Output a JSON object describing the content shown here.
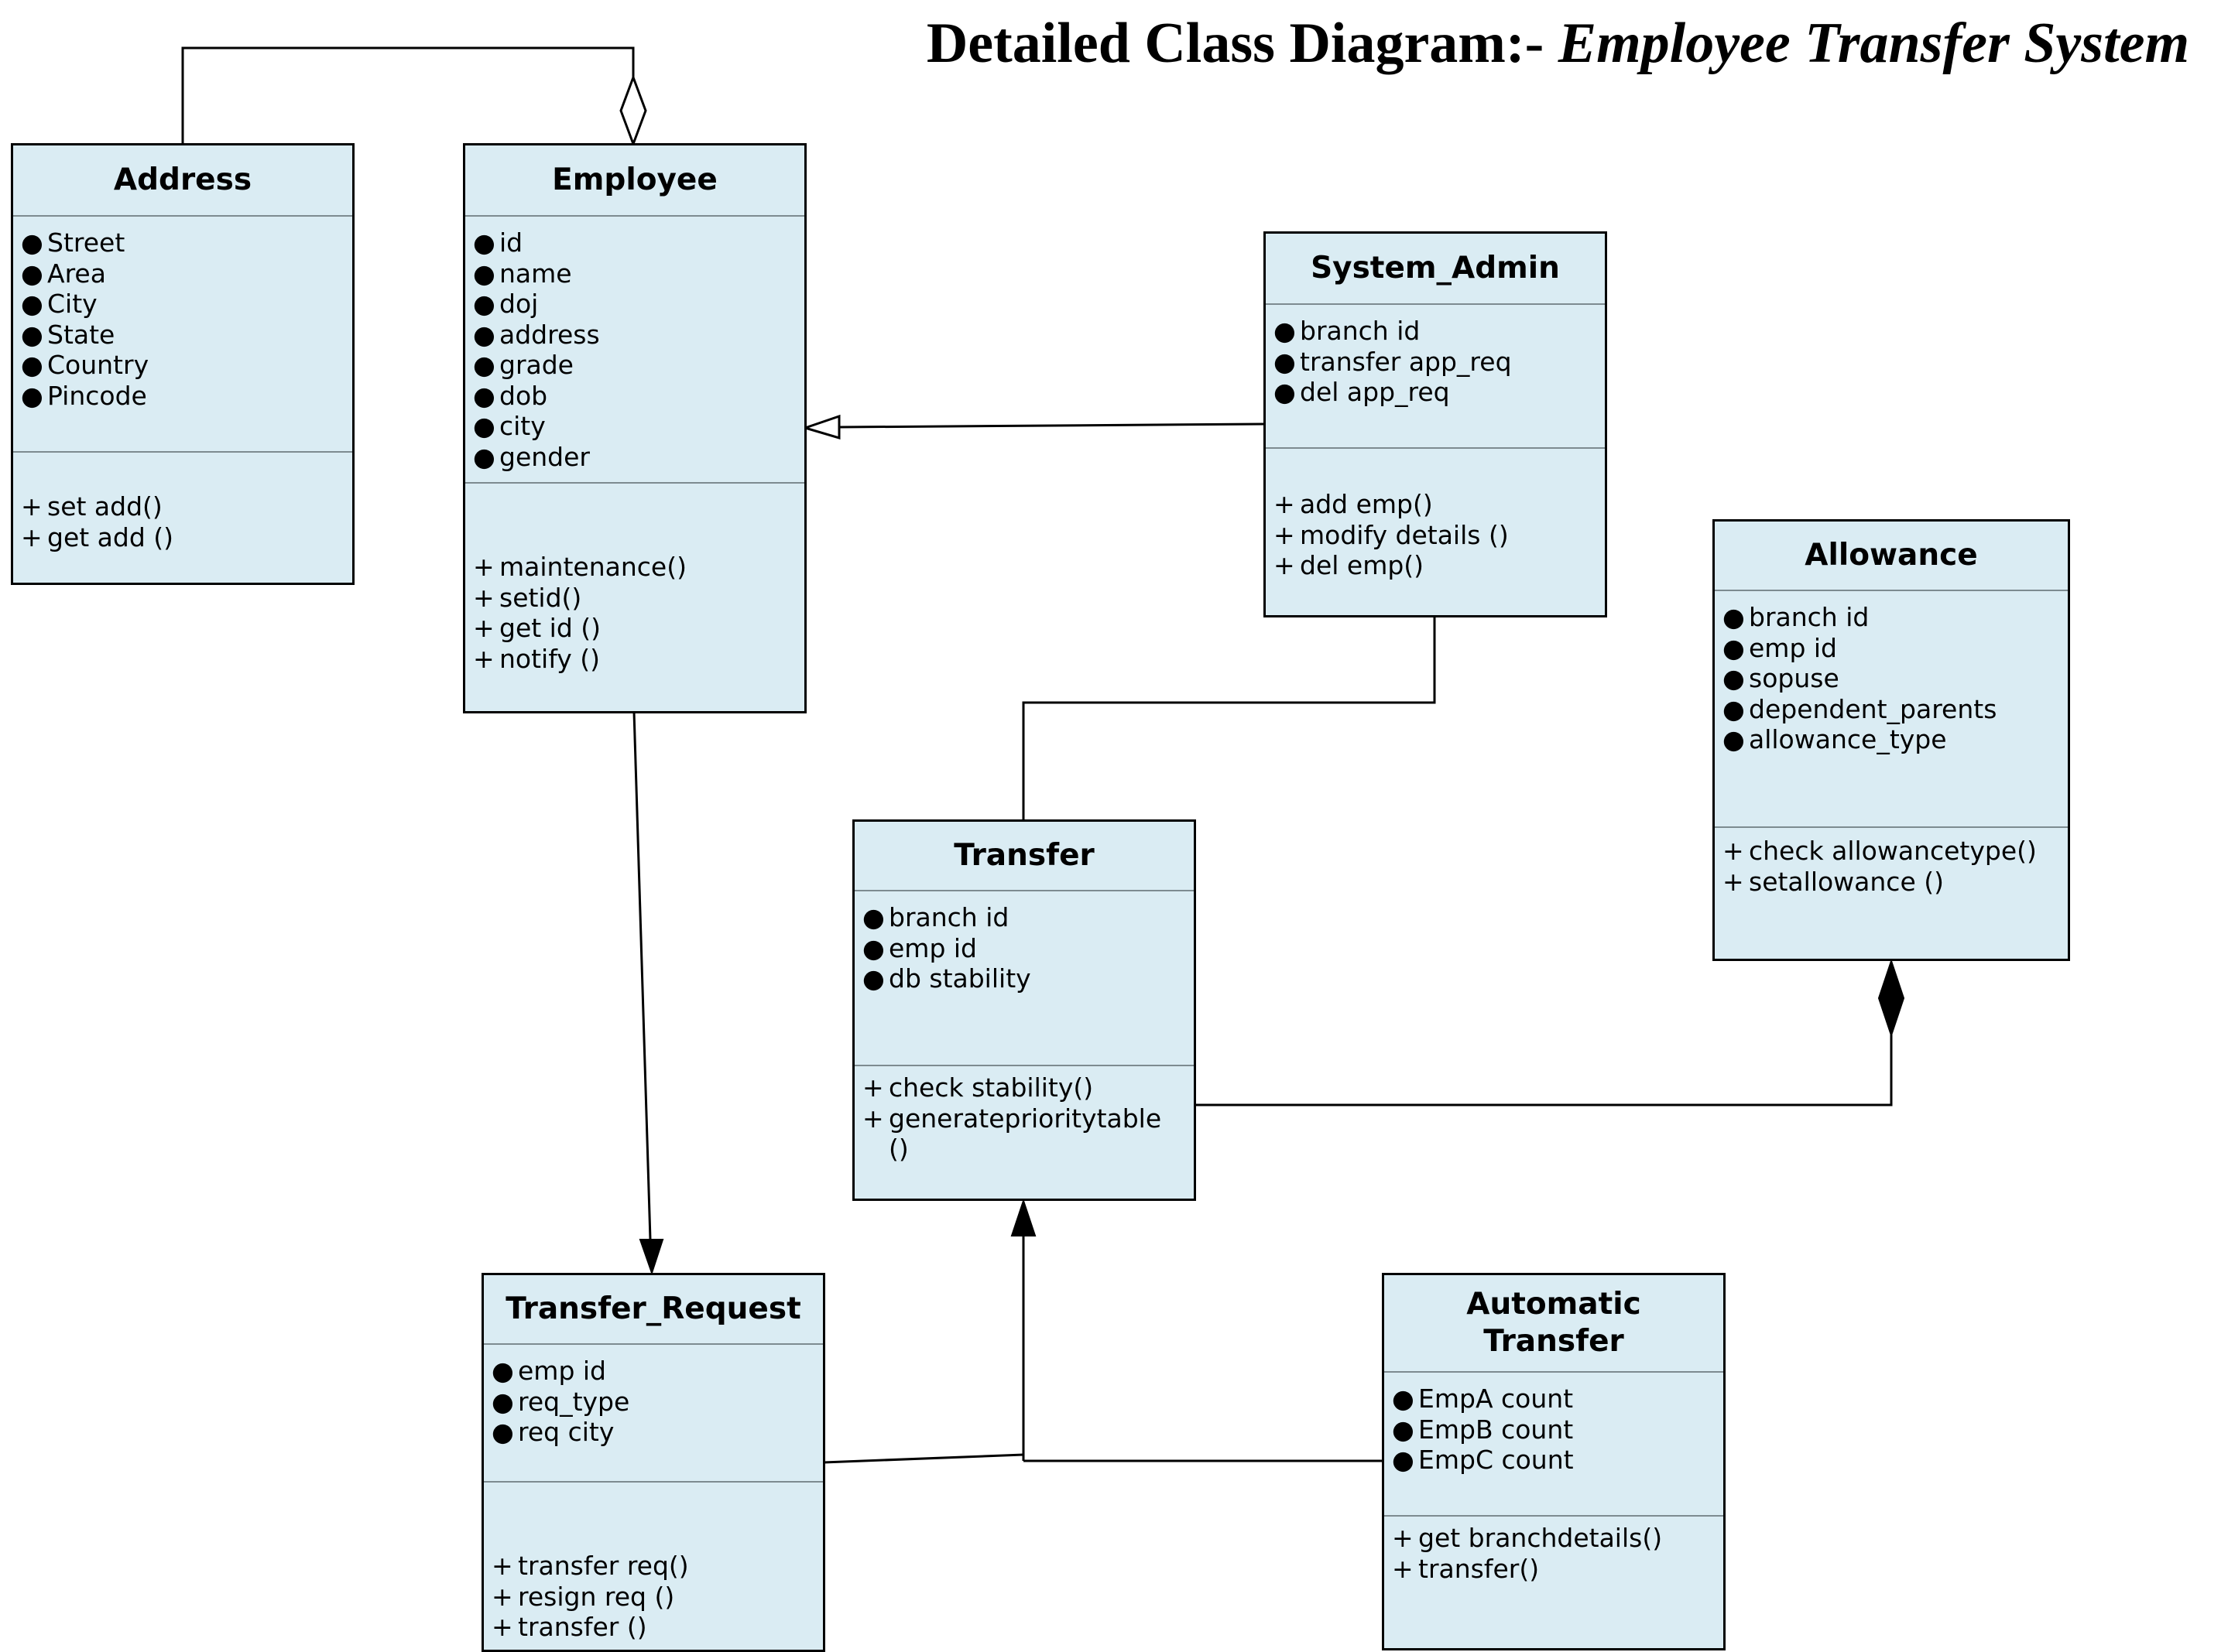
{
  "title": {
    "prefix": "Detailed Class Diagram:- ",
    "italic": "Employee Transfer System"
  },
  "symbols": {
    "bullet": "●",
    "plus": "+"
  },
  "colors": {
    "class_fill": "#daecf3",
    "line": "#000000",
    "divider": "#7d8b90"
  },
  "classes": {
    "address": {
      "name": "Address",
      "attributes": [
        "Street",
        "Area",
        "City",
        "State",
        "Country",
        "Pincode"
      ],
      "operations": [
        "set add()",
        "get add ()"
      ]
    },
    "employee": {
      "name": "Employee",
      "attributes": [
        "id",
        "name",
        "doj",
        "address",
        "grade",
        "dob",
        "city",
        "gender"
      ],
      "operations": [
        "maintenance()",
        "setid()",
        "get id ()",
        "notify ()"
      ]
    },
    "system_admin": {
      "name": "System_Admin",
      "attributes": [
        "branch id",
        "transfer app_req",
        "del app_req"
      ],
      "operations": [
        "add emp()",
        "modify details ()",
        "del emp()"
      ]
    },
    "allowance": {
      "name": "Allowance",
      "attributes": [
        "branch id",
        "emp id",
        "sopuse",
        "dependent_parents",
        "allowance_type"
      ],
      "operations": [
        "check allowancetype()",
        "setallowance ()"
      ]
    },
    "transfer": {
      "name": "Transfer",
      "attributes": [
        "branch id",
        "emp id",
        "db stability"
      ],
      "operations": [
        "check stability()",
        "generateprioritytable ()"
      ]
    },
    "transfer_request": {
      "name": "Transfer_Request",
      "attributes": [
        "emp id",
        "req_type",
        "req city"
      ],
      "operations": [
        "transfer req()",
        "resign req ()",
        "transfer ()"
      ]
    },
    "automatic_transfer": {
      "name": "Automatic Transfer",
      "attributes": [
        "EmpA count",
        "EmpB count",
        "EmpC count"
      ],
      "operations": [
        "get branchdetails()",
        "transfer()"
      ]
    }
  },
  "relationships": [
    {
      "from": "Address",
      "to": "Employee",
      "kind": "aggregation"
    },
    {
      "from": "System_Admin",
      "to": "Employee",
      "kind": "generalization"
    },
    {
      "from": "Employee",
      "to": "Transfer_Request",
      "kind": "directed-association"
    },
    {
      "from": "System_Admin",
      "to": "Transfer",
      "kind": "association"
    },
    {
      "from": "Transfer",
      "to": "Allowance",
      "kind": "composition"
    },
    {
      "from": "Transfer_Request",
      "to": "Transfer",
      "kind": "directed-association"
    },
    {
      "from": "Automatic Transfer",
      "to": "Transfer",
      "kind": "directed-association"
    }
  ]
}
